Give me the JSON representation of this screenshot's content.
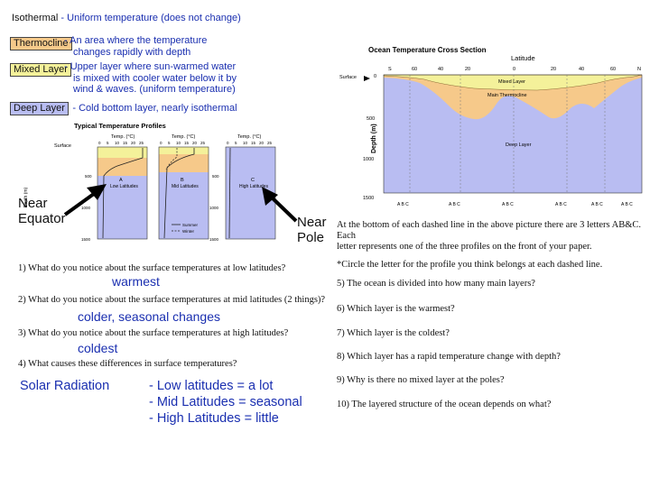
{
  "legend": {
    "isothermal": {
      "term": "Isothermal",
      "def": "Uniform temperature (does not change)"
    },
    "thermocline": {
      "term": "Thermocline",
      "def": [
        "An area where the temperature",
        "changes rapidly with depth"
      ],
      "color": "#f6c98a"
    },
    "mixed": {
      "term": "Mixed Layer",
      "def": [
        "Upper layer where sun-warmed water",
        "is mixed with cooler water below it by",
        "wind & waves. (uniform temperature)"
      ],
      "color": "#f4f19a"
    },
    "deep": {
      "term": "Deep Layer",
      "def": "Cold bottom layer, nearly isothermal",
      "color": "#b9bdf2"
    }
  },
  "profiles": {
    "title": "Typical Temperature Profiles",
    "temp_label": "Temp. (°C)",
    "surface_label": "Surface",
    "depth_label": "Depth (m)",
    "ticks": [
      "0",
      "5",
      "10",
      "15",
      "20",
      "25"
    ],
    "depths": [
      "500",
      "1000",
      "1500"
    ],
    "panels": [
      {
        "letter": "A",
        "name": "Low Latitudes"
      },
      {
        "letter": "B",
        "name": "Mid Latitudes"
      },
      {
        "letter": "C",
        "name": "High Latitudes"
      }
    ],
    "legend": [
      "Summer",
      "Winter"
    ]
  },
  "arrows": {
    "near_equator": [
      "Near",
      "Equator"
    ],
    "near_pole": [
      "Near",
      "Pole"
    ]
  },
  "cross_section": {
    "title": "Ocean Temperature Cross Section",
    "lat_label": "Latitude",
    "s_label": "S",
    "n_label": "N",
    "lat_ticks": [
      "60",
      "40",
      "20",
      "0",
      "20",
      "40",
      "60"
    ],
    "surface_label": "Surface",
    "depth_ticks": [
      "0",
      "500",
      "1000",
      "1500"
    ],
    "depth_axis": "Depth (m)",
    "mixed_label": "Mixed Layer",
    "thermo_label": "Main Thermocline",
    "deep_label": "Deep Layer",
    "abc": [
      "A B C",
      "A B C",
      "A B C",
      "A B C",
      "A B C",
      "A B C"
    ]
  },
  "instructions": [
    "At the bottom of each dashed line in the above picture there are 3 letters AB&C. Each",
    "letter represents one of the three profiles on the front of your paper.",
    "*Circle the letter for the profile you think belongs at each dashed line."
  ],
  "questions_left": [
    {
      "q": "1)   What do you notice about the surface temperatures at low latitudes?",
      "a": "warmest"
    },
    {
      "q": "2)   What do you notice about the surface temperatures at mid latitudes (2 things)?",
      "a": "colder, seasonal changes"
    },
    {
      "q": "3)   What do you notice about the surface temperatures at high latitudes?",
      "a": "coldest"
    },
    {
      "q": "4)   What causes these differences in surface temperatures?",
      "a": ""
    }
  ],
  "solar": {
    "label": "Solar Radiation",
    "lines": [
      "- Low latitudes = a lot",
      "- Mid Latitudes = seasonal",
      "- High Latitudes = little"
    ]
  },
  "questions_right": [
    "5)   The ocean is divided into how many main layers?",
    "6)   Which layer is the warmest?",
    "7)   Which layer is the coldest?",
    "8)   Which layer has a rapid temperature change with depth?",
    "9)   Why is there no mixed layer at the poles?",
    "10)  The layered structure of the ocean depends on what?"
  ]
}
